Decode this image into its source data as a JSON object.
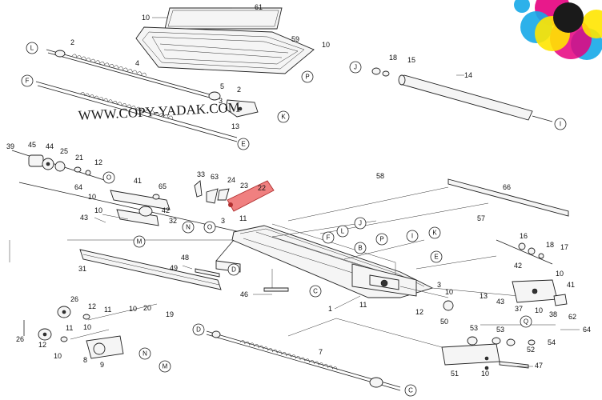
{
  "watermark": "WWW.COPY-YADAK.COM",
  "part_numbers": {
    "p61": "61",
    "p10a": "10",
    "p59": "59",
    "p10b": "10",
    "p2a": "2",
    "p4": "4",
    "p18a": "18",
    "p15": "15",
    "p14": "14",
    "p5": "5",
    "p2b": "2",
    "p3a": "3",
    "p13a": "13",
    "p39": "39",
    "p45": "45",
    "p44": "44",
    "p25a": "25",
    "p21": "21",
    "p12a": "12",
    "p33": "33",
    "p63": "63",
    "p24": "24",
    "p23": "23",
    "p22": "22",
    "p58": "58",
    "p66": "66",
    "p41a": "41",
    "p65": "65",
    "p64a": "64",
    "p10c": "10",
    "p42a": "42",
    "p10d": "10",
    "p43a": "43",
    "p32": "32",
    "p3b": "3",
    "p11a": "11",
    "p57": "57",
    "p31": "31",
    "p48": "48",
    "p49": "49",
    "p16": "16",
    "p18b": "18",
    "p17": "17",
    "p42b": "42",
    "p10e": "10",
    "p41b": "41",
    "p46": "46",
    "p1": "1",
    "p11b": "11",
    "p3c": "3",
    "p10f": "10",
    "p12b": "12",
    "p13b": "13",
    "p50": "50",
    "p43b": "43",
    "p37": "37",
    "p10g": "10",
    "p38": "38",
    "p62": "62",
    "p26a": "26",
    "p12c": "12",
    "p11c": "11",
    "p10h": "10",
    "p20": "20",
    "p19": "19",
    "p10i": "10",
    "p26b": "26",
    "p12d": "12",
    "p11d": "11",
    "p10j": "10",
    "p8": "8",
    "p9": "9",
    "p7": "7",
    "p64b": "64",
    "p53a": "53",
    "p53b": "53",
    "p54": "54",
    "p52": "52",
    "p51": "51",
    "p10k": "10",
    "p47": "47"
  },
  "callouts": {
    "L1": "L",
    "F1": "F",
    "P1": "P",
    "J1": "J",
    "K1": "K",
    "E1": "E",
    "I1": "I",
    "O1": "O",
    "N1": "N",
    "M1": "M",
    "O2": "O",
    "J2": "J",
    "L2": "L",
    "F2": "F",
    "P2": "P",
    "I2": "I",
    "K2": "K",
    "B1": "B",
    "E2": "E",
    "D1": "D",
    "C1": "C",
    "Q1": "Q",
    "N2": "N",
    "M2": "M",
    "D2": "D",
    "C2": "C"
  },
  "colors": {
    "highlight": "#f08080",
    "logo_cyan": "#16a9e8",
    "logo_magenta": "#e6007e",
    "logo_yellow": "#ffe600",
    "logo_black": "#1a1a1a"
  },
  "icons": [
    "cmyk-logo-icon"
  ]
}
